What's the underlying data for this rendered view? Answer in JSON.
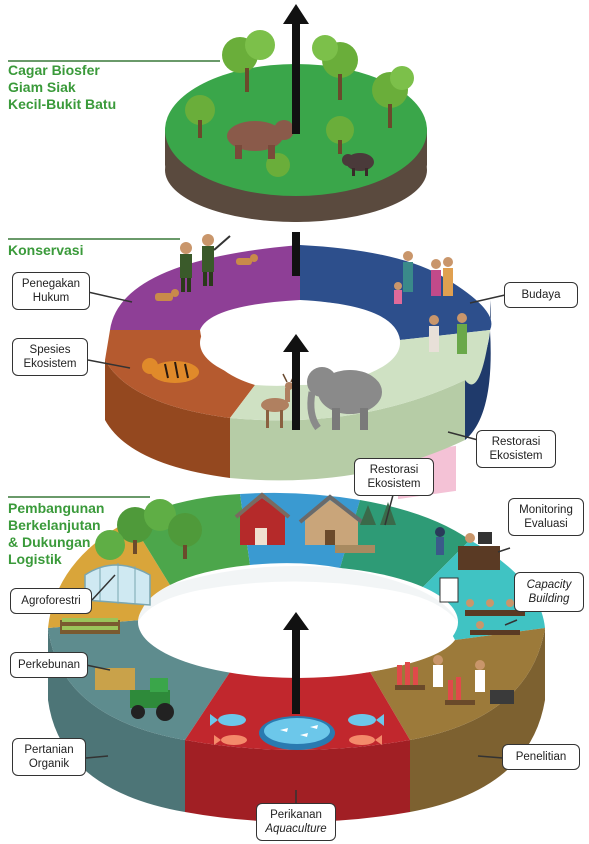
{
  "colors": {
    "top_grass": "#3aa64a",
    "top_soil": "#5a4a3e",
    "konservasi_purple": "#8e3f96",
    "konservasi_orange": "#b55a2f",
    "konservasi_light": "#cfe1c3",
    "konservasi_blue": "#2d4f8c",
    "pb_green": "#4ca64b",
    "pb_blue": "#3a9ad1",
    "pb_teal": "#2e9b76",
    "pb_cyan": "#40c3c3",
    "pb_brown": "#9c7a3a",
    "pb_red": "#c1272d",
    "pb_slate": "#5e8c8e",
    "pb_yellow": "#d9a53a",
    "heading_green": "#3a9a3a"
  },
  "headings": {
    "top": [
      "Cagar Biosfer",
      "Giam Siak",
      "Kecil-Bukit Batu"
    ],
    "konservasi": "Konservasi",
    "pembangunan": [
      "Pembangunan",
      "Berkelanjutan",
      "& Dukungan",
      "Logistik"
    ]
  },
  "labels": {
    "penegakan_hukum": [
      "Penegakan",
      "Hukum"
    ],
    "budaya": "Budaya",
    "spesies_ekosistem": [
      "Spesies",
      "Ekosistem"
    ],
    "restorasi_ekosistem_mid": [
      "Restorasi",
      "Ekosistem"
    ],
    "restorasi_ekosistem_bottom": [
      "Restorasi",
      "Ekosistem"
    ],
    "monitoring_evaluasi": [
      "Monitoring",
      "Evaluasi"
    ],
    "agroforestri": "Agroforestri",
    "capacity_building": [
      "Capacity",
      "Building"
    ],
    "perkebunan": "Perkebunan",
    "pertanian_organik": [
      "Pertanian",
      "Organik"
    ],
    "penelitian": "Penelitian",
    "perikanan_aquaculture": [
      "Perikanan",
      "Aquaculture"
    ]
  },
  "icons": [
    "tree-icon",
    "bear-icon",
    "boar-icon",
    "ranger-icon",
    "dog-icon",
    "tiger-icon",
    "deer-icon",
    "elephant-icon",
    "people-icon",
    "barn-icon",
    "greenhouse-icon",
    "tractor-icon",
    "fish-icon",
    "pond-icon",
    "lab-icon",
    "classroom-icon",
    "whiteboard-icon",
    "desk-icon"
  ]
}
